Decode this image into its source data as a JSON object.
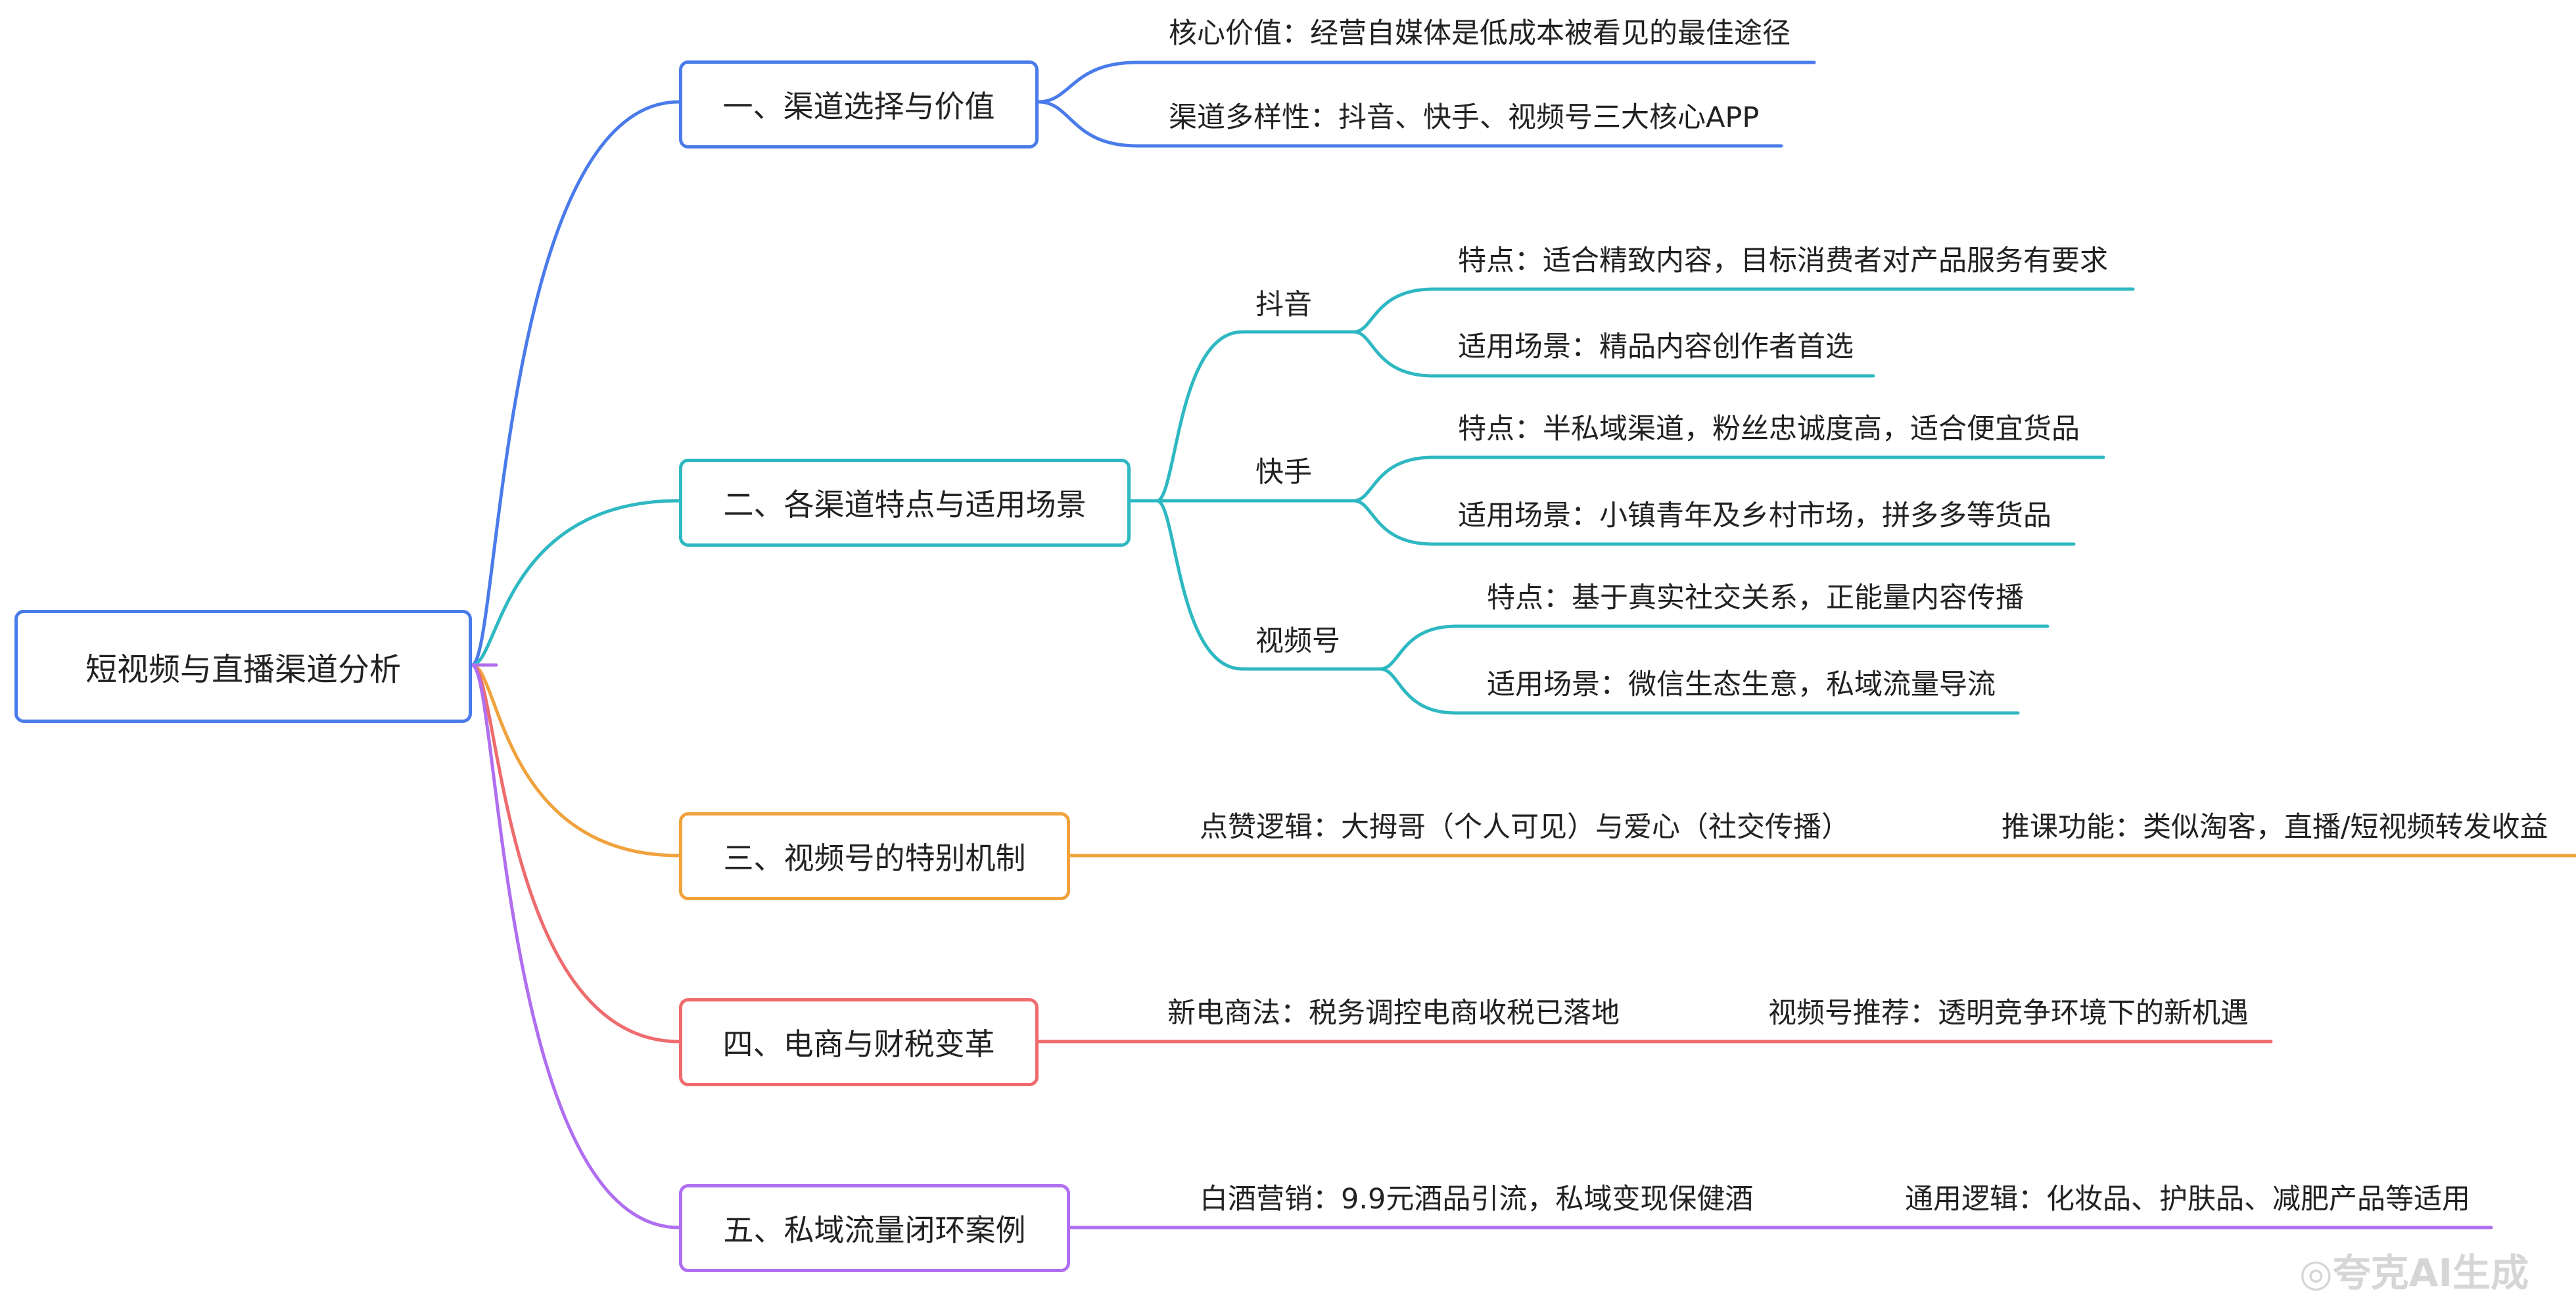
{
  "root": "短视频与直播渠道分析",
  "branches": [
    {
      "title": "一、渠道选择与价值",
      "color": "#4a7bea",
      "items": [
        "核心价值：经营自媒体是低成本被看见的最佳途径",
        "渠道多样性：抖音、快手、视频号三大核心APP"
      ]
    },
    {
      "title": "二、各渠道特点与适用场景",
      "color": "#2eb8c2",
      "groups": [
        {
          "name": "抖音",
          "items": [
            "特点：适合精致内容，目标消费者对产品服务有要求",
            "适用场景：精品内容创作者首选"
          ]
        },
        {
          "name": "快手",
          "items": [
            "特点：半私域渠道，粉丝忠诚度高，适合便宜货品",
            "适用场景：小镇青年及乡村市场，拼多多等货品"
          ]
        },
        {
          "name": "视频号",
          "items": [
            "特点：基于真实社交关系，正能量内容传播",
            "适用场景：微信生态生意，私域流量导流"
          ]
        }
      ]
    },
    {
      "title": "三、视频号的特别机制",
      "color": "#f0a23c",
      "items": [
        "点赞逻辑：大拇哥（个人可见）与爱心（社交传播）",
        "推课功能：类似淘客，直播/短视频转发收益"
      ]
    },
    {
      "title": "四、电商与财税变革",
      "color": "#ee6b6e",
      "items": [
        "新电商法：税务调控电商收税已落地",
        "视频号推荐：透明竞争环境下的新机遇"
      ]
    },
    {
      "title": "五、私域流量闭环案例",
      "color": "#b06ef0",
      "items": [
        "白酒营销：9.9元酒品引流，私域变现保健酒",
        "通用逻辑：化妆品、护肤品、减肥产品等适用"
      ]
    }
  ],
  "watermark": "◎夸克AI生成"
}
